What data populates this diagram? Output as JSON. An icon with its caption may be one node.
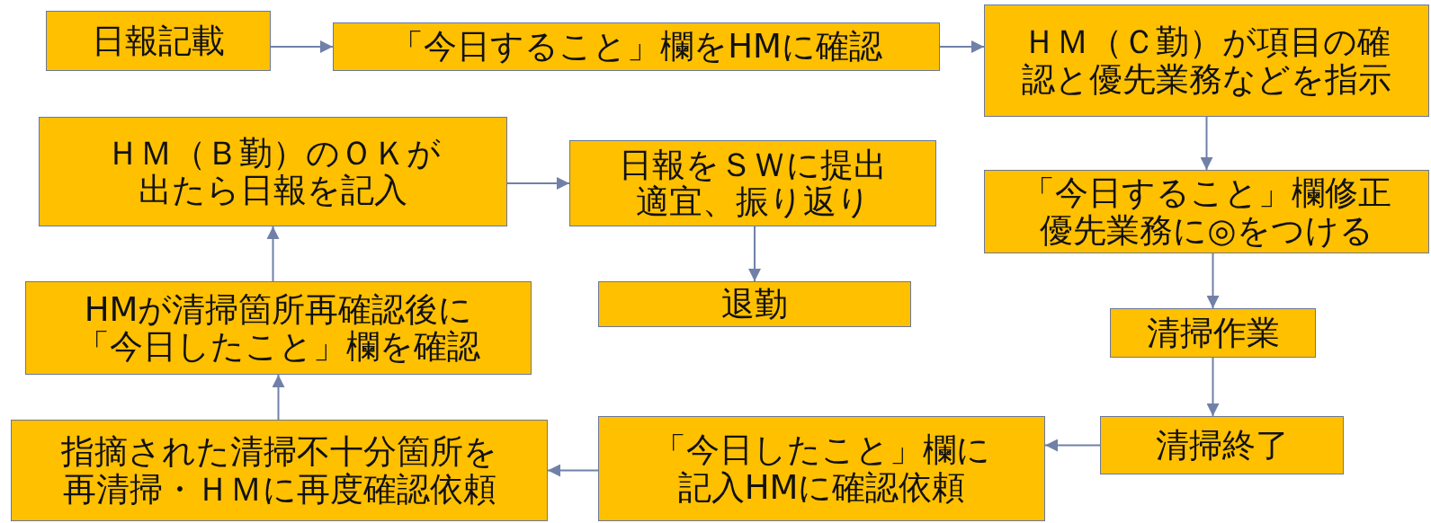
{
  "diagram": {
    "nodes": [
      {
        "text": [
          "日報記載"
        ]
      },
      {
        "text": [
          "「今日すること」欄をHMに確認"
        ]
      },
      {
        "text": [
          "ＨＭ（Ｃ勤）が項目の確認と優先業務などを指示"
        ]
      },
      {
        "text": [
          "ＨＭ（Ｂ勤）のＯＫが出たら日報を記入"
        ]
      },
      {
        "text": [
          "日報をＳＷに提出適宜、振り返り"
        ]
      },
      {
        "text": [
          "退勤"
        ]
      },
      {
        "text": [
          "「今日すること」欄修正優先業務に◎をつける"
        ]
      },
      {
        "text": [
          "HMが清掃箇所再確認後に「今日したこと」欄を確認"
        ]
      },
      {
        "text": [
          "清掃作業"
        ]
      },
      {
        "text": [
          "指摘された清掃不十分箇所を再清掃・ＨＭに再度確認依頼"
        ]
      },
      {
        "text": [
          "「今日したこと」欄に記入HMに確認依頼"
        ]
      },
      {
        "text": [
          "清掃終了"
        ]
      }
    ],
    "edges": [
      {
        "from": 0,
        "to": 1,
        "arrow": "to"
      },
      {
        "from": 1,
        "to": 2,
        "arrow": "to"
      },
      {
        "from": 2,
        "to": 6,
        "arrow": "to"
      },
      {
        "from": 6,
        "to": 8,
        "arrow": "to"
      },
      {
        "from": 8,
        "to": 11,
        "arrow": "to"
      },
      {
        "from": 11,
        "to": 10,
        "arrow": "to"
      },
      {
        "from": 10,
        "to": 9,
        "arrow": "to"
      },
      {
        "from": 9,
        "to": 7,
        "arrow": "to"
      },
      {
        "from": 7,
        "to": 3,
        "arrow": "to"
      },
      {
        "from": 3,
        "to": 4,
        "arrow": "to"
      },
      {
        "from": 4,
        "to": 5,
        "arrow": "to"
      }
    ]
  }
}
